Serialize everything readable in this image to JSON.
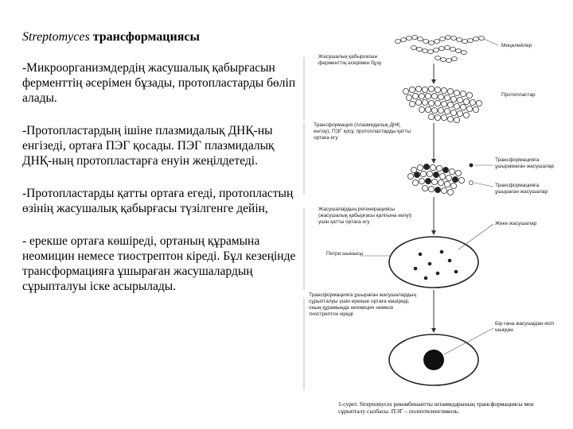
{
  "left": {
    "title_italic": "Streptomyces",
    "title_rest": " трансформациясы",
    "paragraphs": [
      "-Микроорганизмдердің жасушалық қабырғасын ферменттің әсерімен бұзады, протопластарды бөліп алады.",
      "-Протопластардың ішіне плазмидалық ДНҚ-ны енгізеді, ортаға ПЭГ қосады. ПЭГ плазмидалық ДНҚ-ның протопластарға енуін жеңілдетеді.",
      "-Протопластарды қатты ортаға егеді, протопластың өзінің жасушалық қабырғасы түзілгенге дейін,",
      "- ерекше ортаға көшіреді, ортаның құрамына неомицин немесе тиострептон кіреді. Бұл кезеңінде трансформацияға ұшыраған жасушалардың сұрыпталуы іске асырылады."
    ]
  },
  "figure": {
    "labels": {
      "mycelium": "Мицелийлер",
      "enzyme": "Жасушалық қабырғасын ферменттің әсерімен бұзу",
      "protoplast": "Протопластар",
      "transformation": "Трансформация (плазмидалық ДНҚ енгізу), ПЭГ қосу, протопластарды қатты ортаға егу",
      "not_transformed": "Трансформацияға ұшырамаған жасушалар",
      "transformed": "Трансформацияға ұшыраған жасушалар",
      "regeneration": "Жасушалардың регенерациясы (жасушалық қабырғасы қалпына келуі) үшін қатты ортаға егу",
      "colonies": "Жеке жасушалар",
      "petri": "Петри шынысы",
      "selection": "Трансформацияға ұшыраған жасушалардың сұрыпталуы үшін ерекше ортаға көшіреді, оның құрамында неомицин немесе тиострептон кіреді",
      "single": "Бір ғана жасушадан өсіп шыққан"
    },
    "caption": "1-сурет. Streptomyces рекомбинантты штаммдарының трансформациясы мен сұрыпталу сызбасы. ПЭГ – полиэтиленгликоль."
  }
}
